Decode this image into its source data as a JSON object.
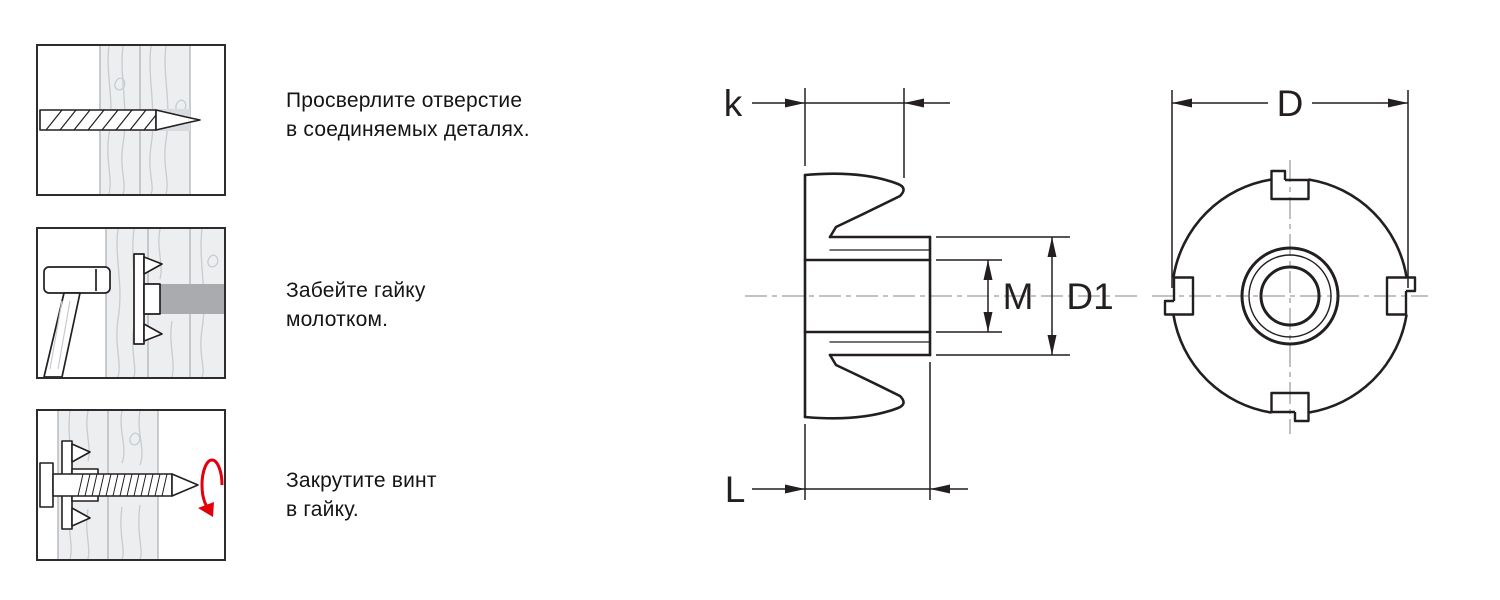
{
  "steps": [
    {
      "icon": "drill-bit-through-boards",
      "line1": "Просверлите отверстие",
      "line2": "в соединяемых деталях."
    },
    {
      "icon": "hammer-driving-tee-nut",
      "line1": "Забейте гайку",
      "line2": "молотком."
    },
    {
      "icon": "screw-into-tee-nut",
      "line1": "Закрутите винт",
      "line2": "в гайку."
    }
  ],
  "dimension_labels": {
    "k": "k",
    "L": "L",
    "M": "M",
    "D1": "D1",
    "D": "D"
  },
  "colors": {
    "line": "#231f20",
    "centerline_gray": "#9b9ea3",
    "wood_fill": "#eceef0",
    "wood_grain": "#c7ccd2",
    "hole_gray": "#a9abae",
    "rotation_arrow_red": "#e3000b"
  }
}
